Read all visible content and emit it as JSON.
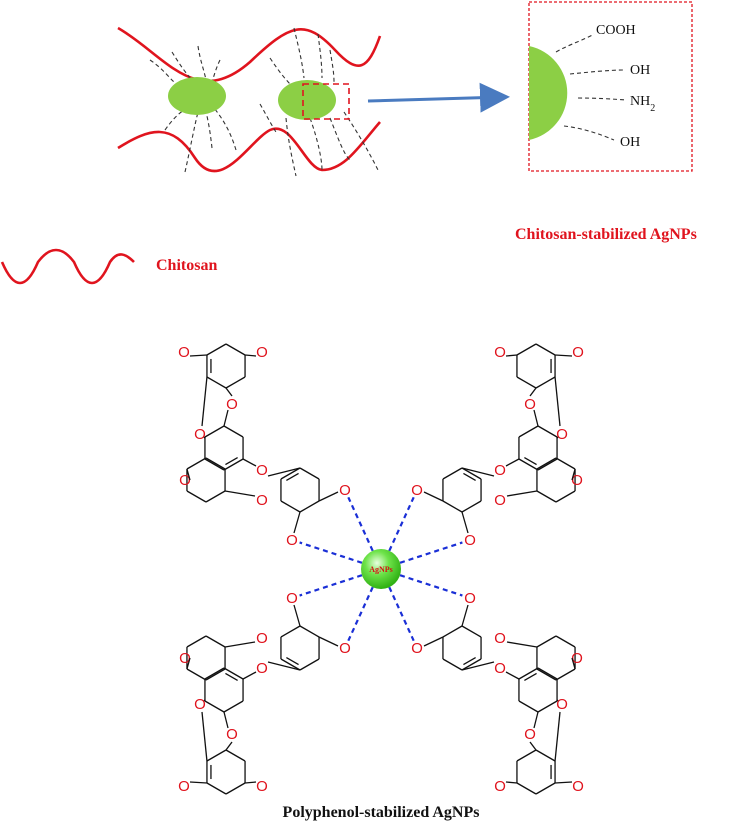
{
  "colors": {
    "chain": "#e0141e",
    "particle": "#8ccf45",
    "arrow": "#4a7bc0",
    "hbond": "#1a2fd6",
    "oxygen": "#e0141e",
    "ag_core": "#3ad21a"
  },
  "chitosan_panel": {
    "groups": [
      "COOH",
      "OH",
      "NH",
      "OH"
    ],
    "nh_subscript": "2",
    "title": "Chitosan-stabilized AgNPs",
    "legend_label": "Chitosan"
  },
  "polyphenol_panel": {
    "core_label": "AgNPs",
    "atom_oxygen": "O",
    "title": "Polyphenol-stabilized AgNPs"
  }
}
